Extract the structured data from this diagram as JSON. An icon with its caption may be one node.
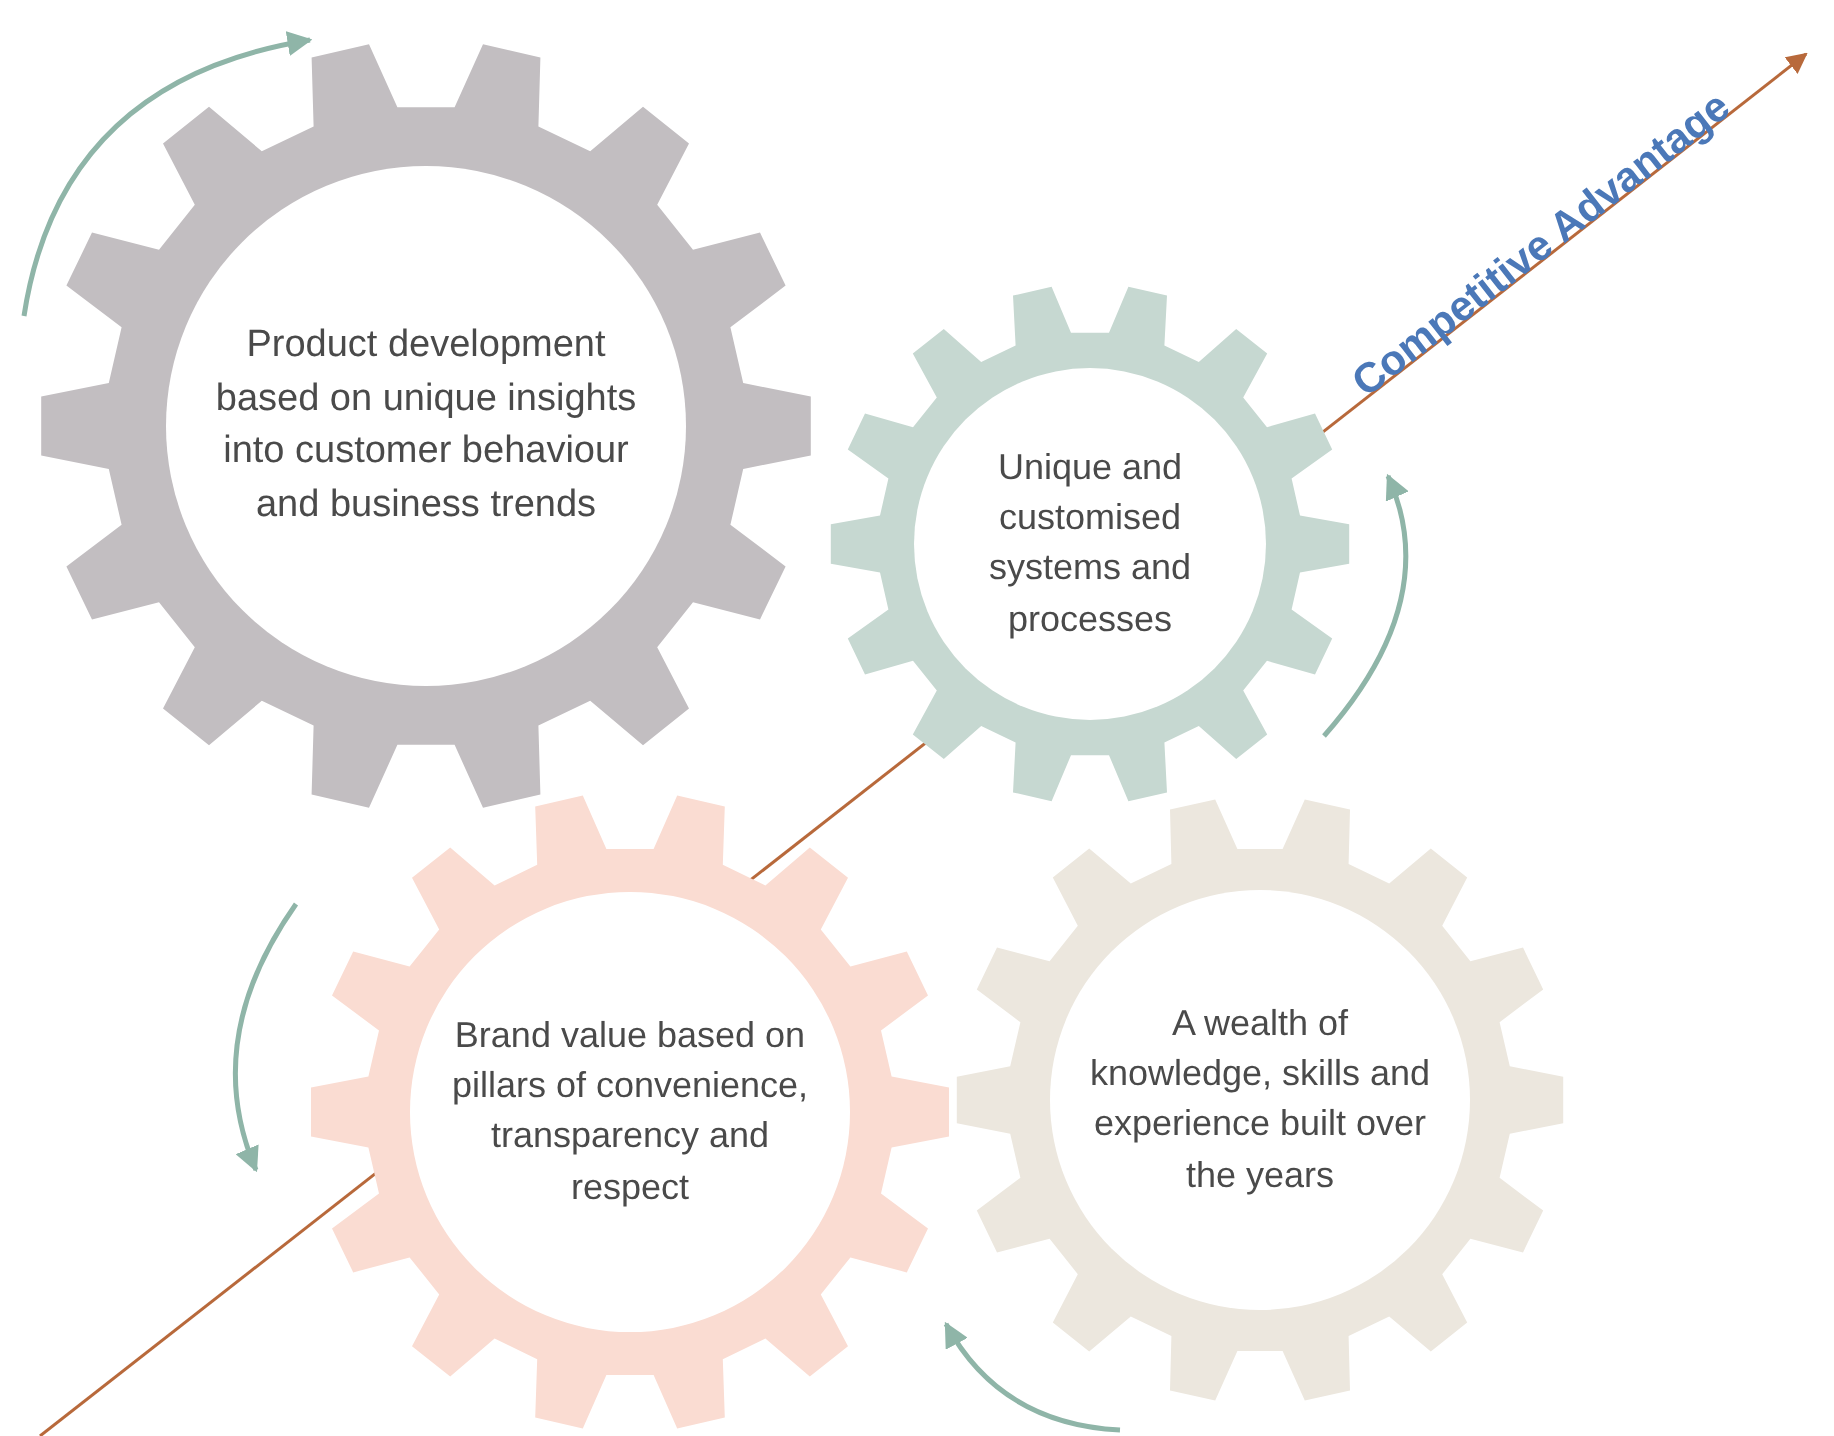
{
  "diagram": {
    "nodes": [
      {
        "text": [
          "Product development based on unique insights into customer behaviour and business trends"
        ]
      },
      {
        "text": [
          "Unique and customised systems and processes"
        ]
      },
      {
        "text": [
          "Brand value based on pillars of convenience, transparency and respect"
        ]
      },
      {
        "text": [
          "A wealth of knowledge, skills and experience built over the years"
        ]
      }
    ],
    "labels": [
      "Competitive Advantage"
    ]
  }
}
